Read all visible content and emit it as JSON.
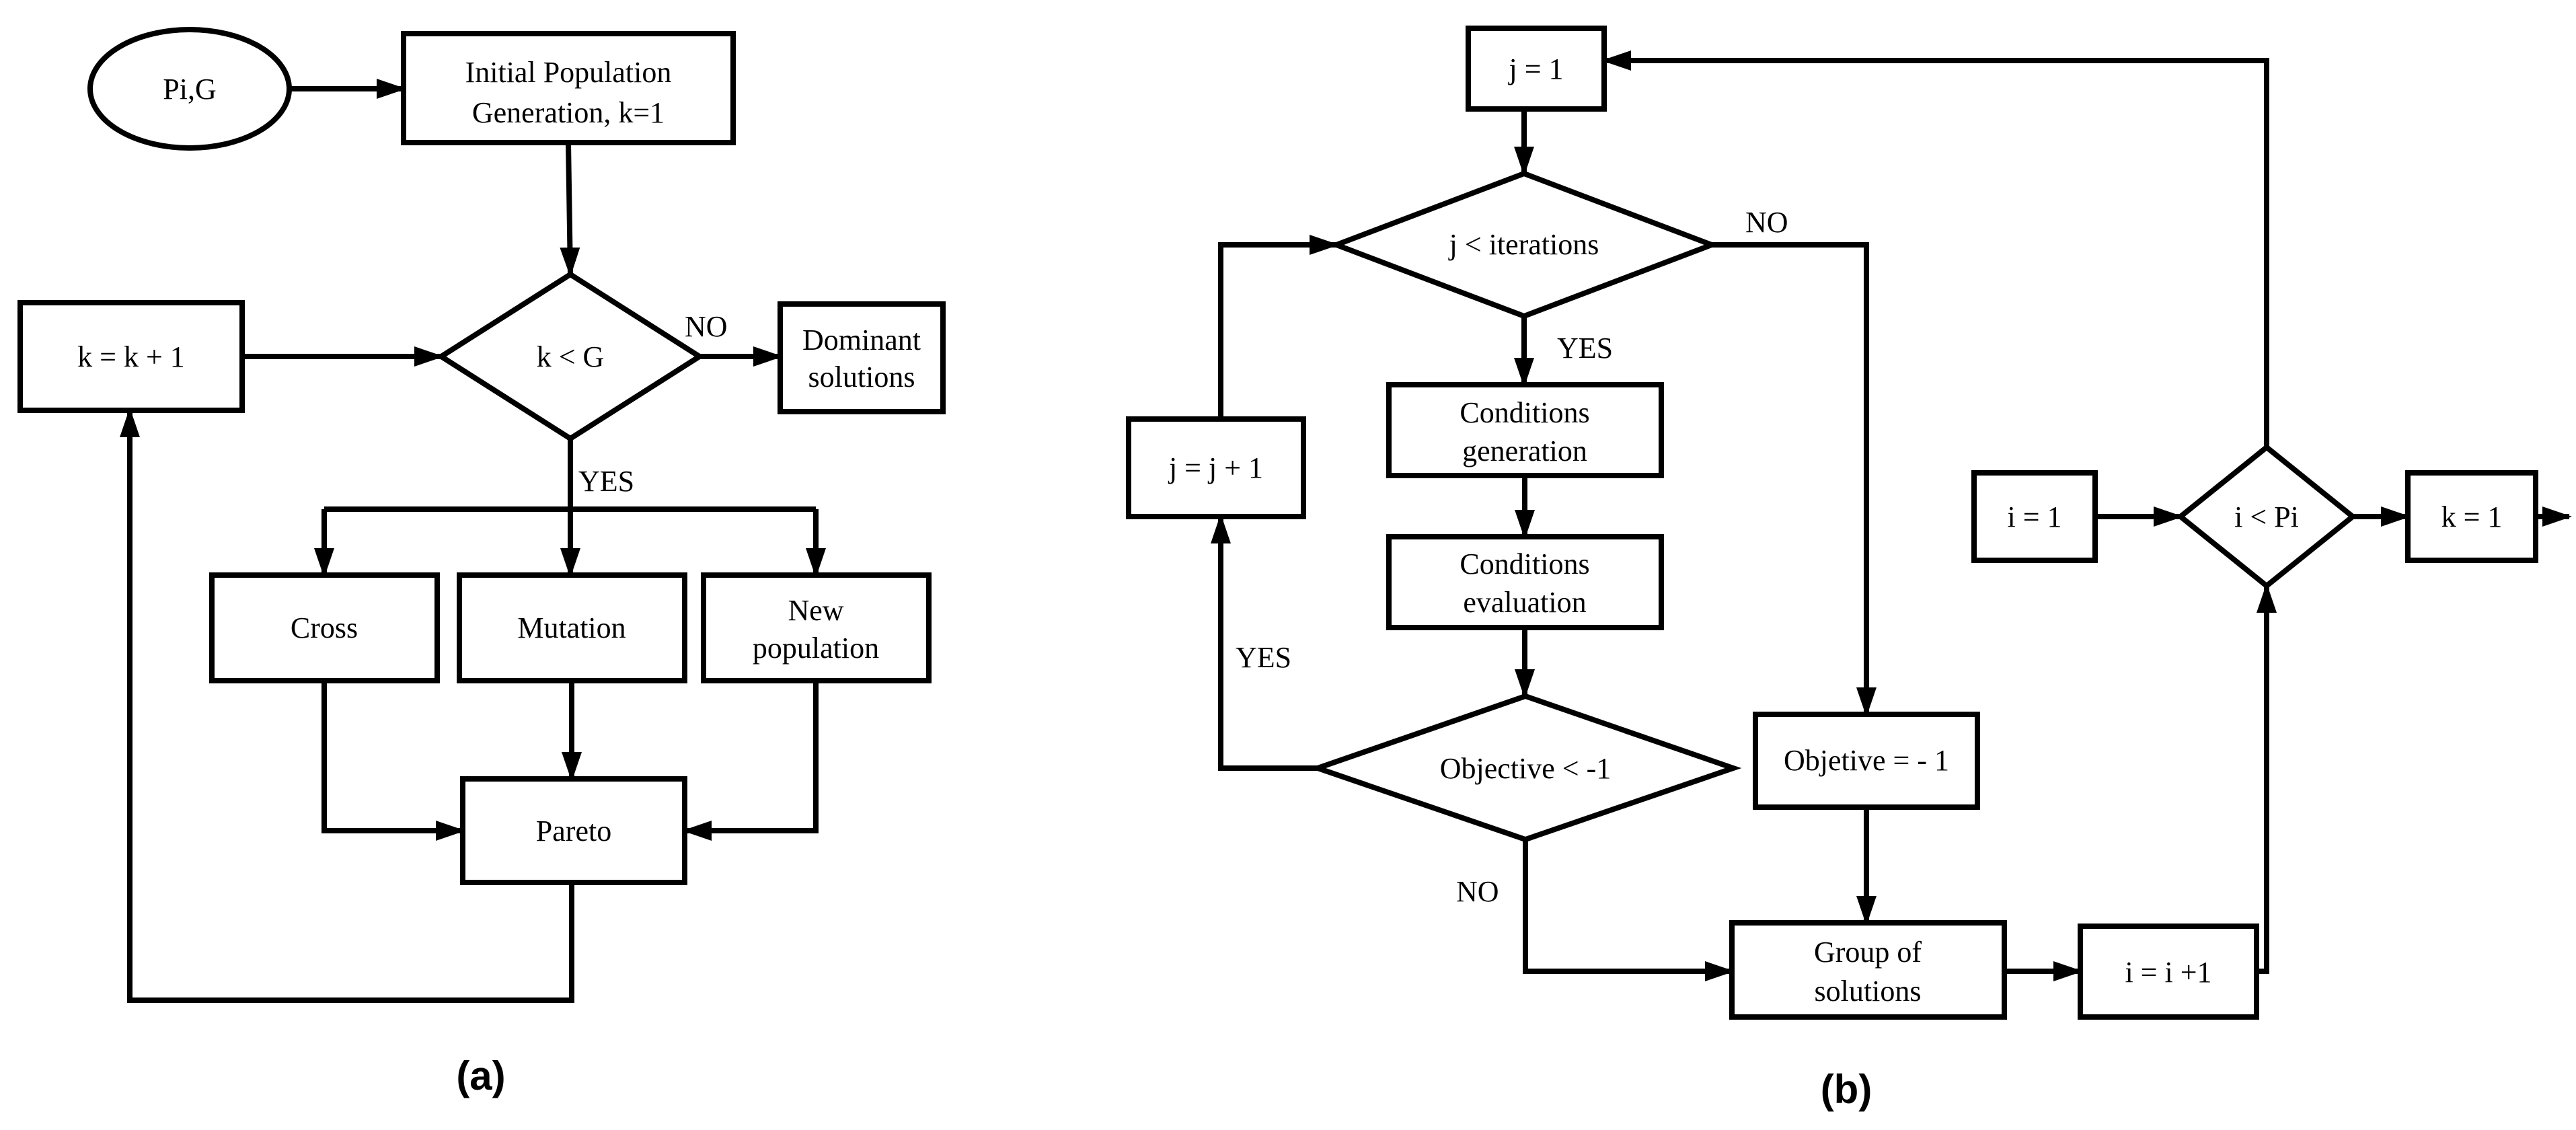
{
  "diagram": {
    "panel_a": {
      "label": "(a)",
      "nodes": {
        "pig": "Pi,G",
        "initial_line1": "Initial Population",
        "initial_line2": "Generation, k=1",
        "k_less_g": "k < G",
        "k_increment": "k = k + 1",
        "dominant_line1": "Dominant",
        "dominant_line2": "solutions",
        "cross": "Cross",
        "mutation": "Mutation",
        "newpop_line1": "New",
        "newpop_line2": "population",
        "pareto": "Pareto"
      },
      "edges": {
        "no": "NO",
        "yes": "YES"
      }
    },
    "panel_b": {
      "label": "(b)",
      "nodes": {
        "j_init": "j = 1",
        "j_less_iter": "j < iterations",
        "condgen_line1": "Conditions",
        "condgen_line2": "generation",
        "condeval_line1": "Conditions",
        "condeval_line2": "evaluation",
        "objective_less": "Objective < -1",
        "j_increment": "j = j + 1",
        "objetive_eq": "Objetive = - 1",
        "group_line1": "Group of",
        "group_line2": "solutions",
        "i_increment": "i = i +1",
        "i_init": "i = 1",
        "i_less_pi": "i < Pi",
        "k_one": "k = 1"
      },
      "edges": {
        "no_top": "NO",
        "yes_top": "YES",
        "yes_left": "YES",
        "no_bottom": "NO"
      }
    }
  }
}
